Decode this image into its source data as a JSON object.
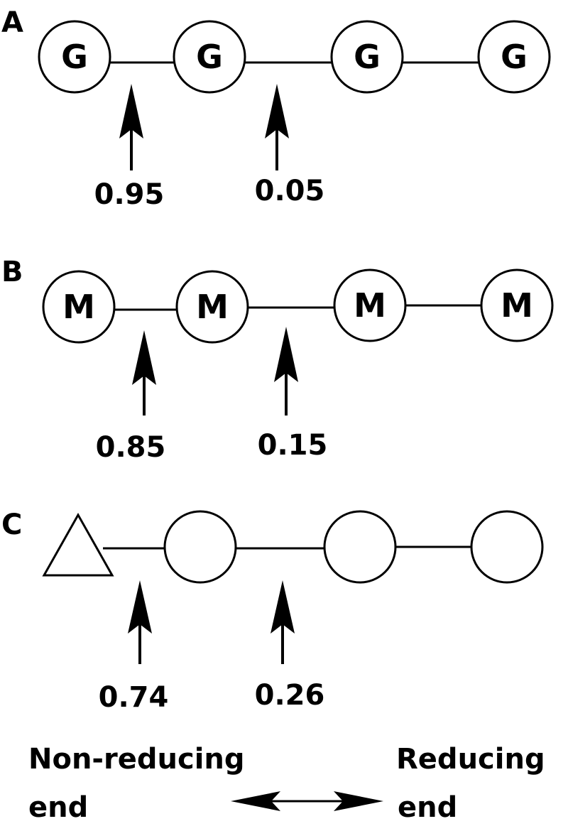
{
  "panels": [
    {
      "label": "A",
      "nodes": [
        {
          "shape": "circle",
          "letter": "G"
        },
        {
          "shape": "circle",
          "letter": "G"
        },
        {
          "shape": "circle",
          "letter": "G"
        },
        {
          "shape": "circle",
          "letter": "G"
        }
      ],
      "cleavage_values": [
        "0.95",
        "0.05"
      ]
    },
    {
      "label": "B",
      "nodes": [
        {
          "shape": "circle",
          "letter": "M"
        },
        {
          "shape": "circle",
          "letter": "M"
        },
        {
          "shape": "circle",
          "letter": "M"
        },
        {
          "shape": "circle",
          "letter": "M"
        }
      ],
      "cleavage_values": [
        "0.85",
        "0.15"
      ]
    },
    {
      "label": "C",
      "nodes": [
        {
          "shape": "triangle",
          "letter": ""
        },
        {
          "shape": "circle",
          "letter": ""
        },
        {
          "shape": "circle",
          "letter": ""
        },
        {
          "shape": "circle",
          "letter": ""
        }
      ],
      "cleavage_values": [
        "0.74",
        "0.26"
      ]
    }
  ],
  "ends": {
    "left_line1": "Non-reducing",
    "left_line2": "end",
    "right_line1": "Reducing",
    "right_line2": "end"
  }
}
